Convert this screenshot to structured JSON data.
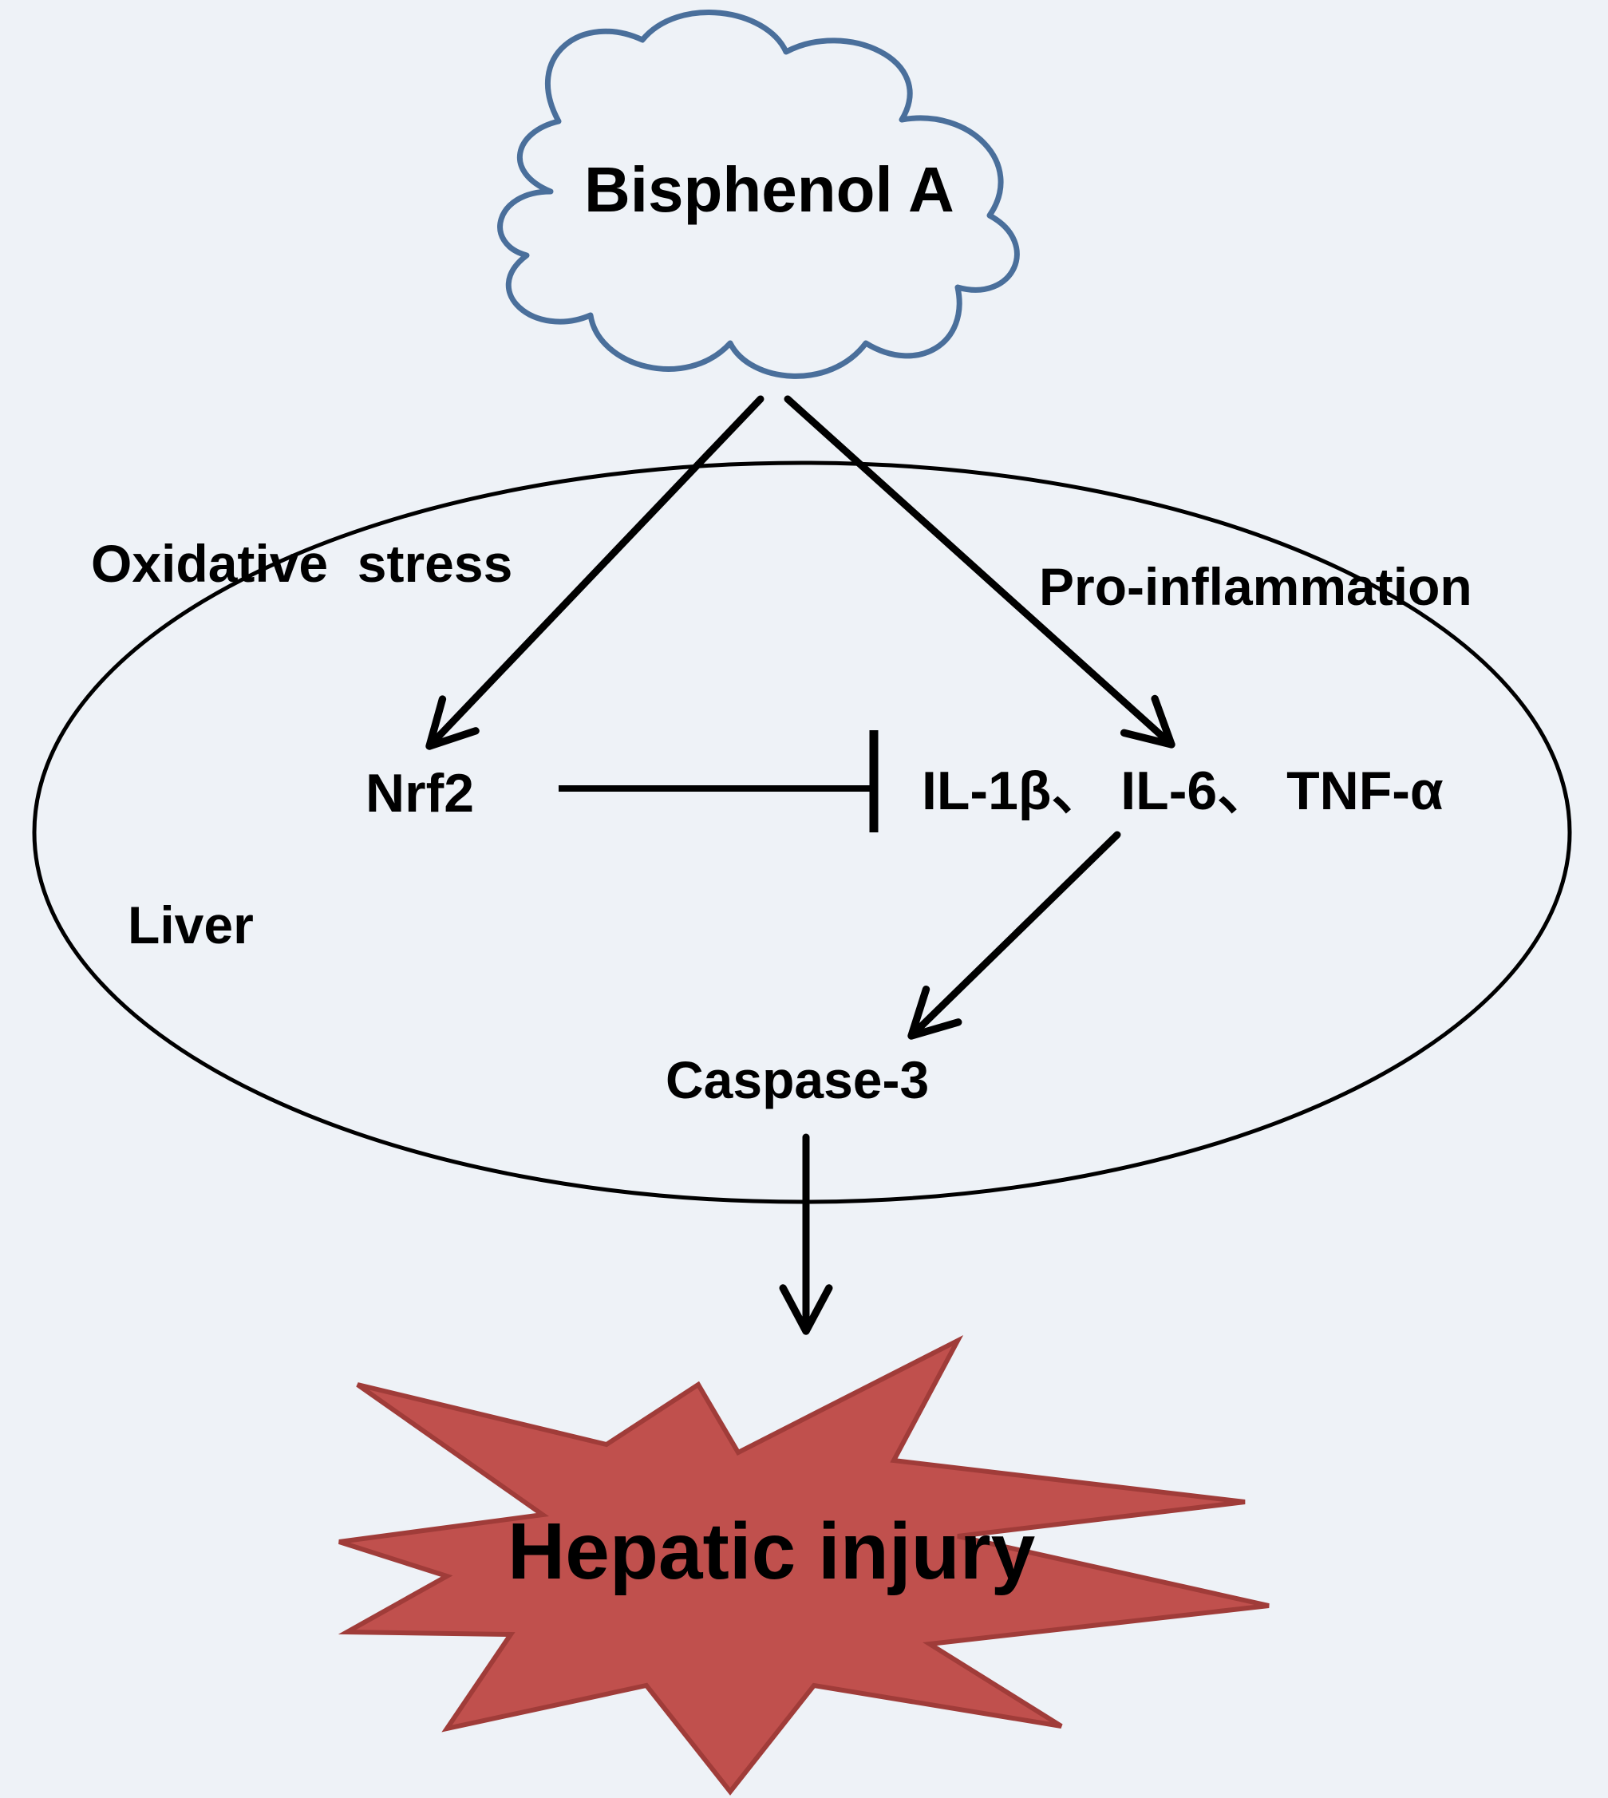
{
  "diagram": {
    "nodes": {
      "bisphenol_a": "Bisphenol A",
      "oxidative_stress": "Oxidative  stress",
      "pro_inflammation": "Pro-inflammation",
      "nrf2": "Nrf2",
      "cytokines": "IL-1β、 IL-6、 TNF-α",
      "liver": "Liver",
      "caspase_3": "Caspase-3",
      "hepatic_injury": "Hepatic injury"
    },
    "edges": [
      {
        "from": "Bisphenol A",
        "to": "Nrf2",
        "type": "activation"
      },
      {
        "from": "Bisphenol A",
        "to": "IL-1β、 IL-6、 TNF-α",
        "type": "activation"
      },
      {
        "from": "Nrf2",
        "to": "IL-1β、 IL-6、 TNF-α",
        "type": "inhibition"
      },
      {
        "from": "IL-1β、 IL-6、 TNF-α",
        "to": "Caspase-3",
        "type": "activation"
      },
      {
        "from": "Caspase-3",
        "to": "Hepatic injury",
        "type": "activation"
      }
    ],
    "colors": {
      "background": "#eef2f7",
      "cloud_stroke": "#4a6f9b",
      "cloud_fill": "#eef2f7",
      "burst_fill": "#c0504d",
      "burst_stroke": "#a03c39",
      "line": "#000000"
    }
  }
}
